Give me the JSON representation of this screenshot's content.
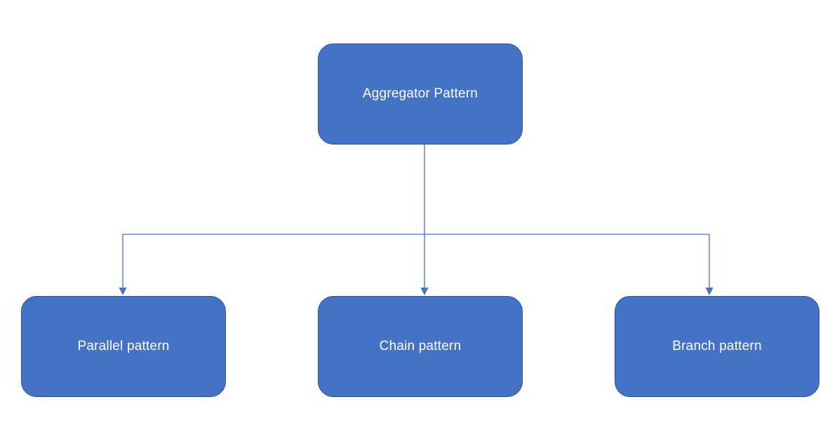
{
  "diagram": {
    "type": "hierarchy-flowchart",
    "root": {
      "label": "Aggregator Pattern"
    },
    "children": [
      {
        "label": "Parallel pattern"
      },
      {
        "label": "Chain pattern"
      },
      {
        "label": "Branch pattern"
      }
    ],
    "edges": [
      {
        "from": "Aggregator Pattern",
        "to": "Parallel pattern",
        "style": "elbow-arrow-down"
      },
      {
        "from": "Aggregator Pattern",
        "to": "Chain pattern",
        "style": "straight-arrow-down"
      },
      {
        "from": "Aggregator Pattern",
        "to": "Branch pattern",
        "style": "elbow-arrow-down"
      }
    ],
    "colors": {
      "node_fill": "#4472C4",
      "node_border": "#2F528F",
      "connector": "#4472C4",
      "label_text": "#FFFFFF",
      "background": "#FFFFFF"
    }
  }
}
